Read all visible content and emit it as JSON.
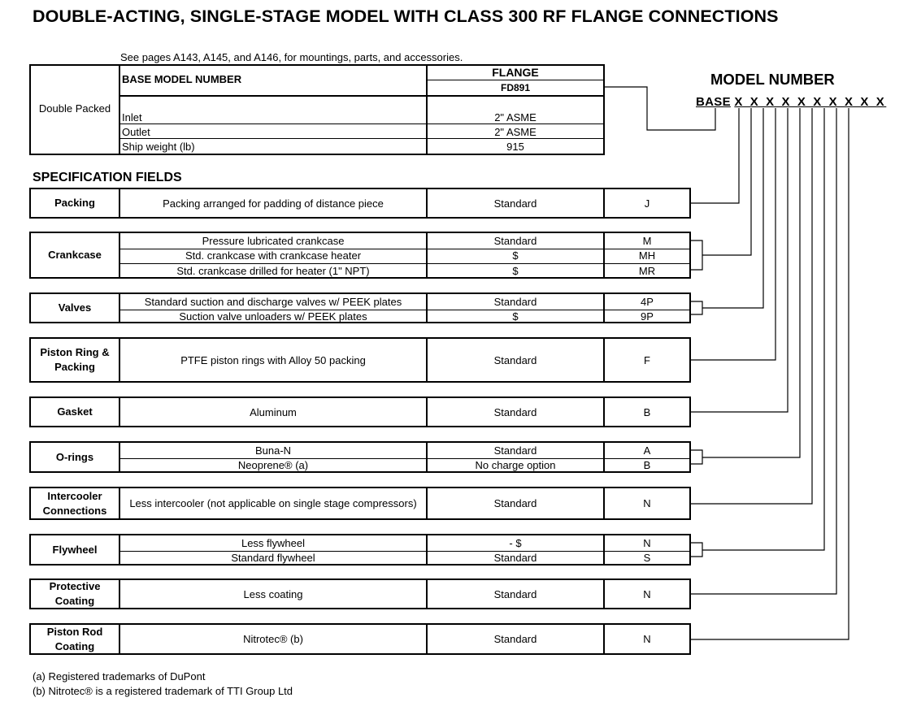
{
  "title": "DOUBLE-ACTING, SINGLE-STAGE MODEL WITH CLASS 300 RF FLANGE CONNECTIONS",
  "note": "See pages A143, A145, and A146, for mountings, parts, and accessories.",
  "base_table": {
    "row_label": "Double Packed",
    "base_model_label": "BASE MODEL NUMBER",
    "flange_header": "FLANGE",
    "flange_model": "FD891",
    "inlet_label": "Inlet",
    "inlet_value": "2\" ASME",
    "outlet_label": "Outlet",
    "outlet_value": "2\" ASME",
    "ship_weight_label": "Ship weight (lb)",
    "ship_weight_value": "915"
  },
  "model_number": {
    "title": "MODEL NUMBER",
    "code": "BASE  X X X X X X X X X X"
  },
  "spec_title": "SPECIFICATION FIELDS",
  "specs": [
    {
      "category": "Packing",
      "options": [
        {
          "desc": "Packing arranged for padding of distance piece",
          "price": "Standard",
          "code": "J"
        }
      ]
    },
    {
      "category": "Crankcase",
      "options": [
        {
          "desc": "Pressure lubricated crankcase",
          "price": "Standard",
          "code": "M"
        },
        {
          "desc": "Std. crankcase with crankcase heater",
          "price": "$",
          "code": "MH"
        },
        {
          "desc": "Std. crankcase drilled for heater (1\" NPT)",
          "price": "$",
          "code": "MR"
        }
      ]
    },
    {
      "category": "Valves",
      "options": [
        {
          "desc": "Standard suction and discharge valves w/ PEEK plates",
          "price": "Standard",
          "code": "4P"
        },
        {
          "desc": "Suction valve unloaders w/ PEEK plates",
          "price": "$",
          "code": "9P"
        }
      ]
    },
    {
      "category_line1": "Piston Ring &",
      "category_line2": "Packing",
      "options": [
        {
          "desc": "PTFE piston rings with Alloy 50 packing",
          "price": "Standard",
          "code": "F"
        }
      ]
    },
    {
      "category": "Gasket",
      "options": [
        {
          "desc": "Aluminum",
          "price": "Standard",
          "code": "B"
        }
      ]
    },
    {
      "category": "O-rings",
      "options": [
        {
          "desc": "Buna-N",
          "price": "Standard",
          "code": "A"
        },
        {
          "desc": "Neoprene® (a)",
          "price": "No charge option",
          "code": "B"
        }
      ]
    },
    {
      "category_line1": "Intercooler",
      "category_line2": "Connections",
      "options": [
        {
          "desc": "Less intercooler (not applicable on single stage compressors)",
          "price": "Standard",
          "code": "N"
        }
      ]
    },
    {
      "category": "Flywheel",
      "options": [
        {
          "desc": "Less flywheel",
          "price": "- $",
          "code": "N"
        },
        {
          "desc": "Standard flywheel",
          "price": "Standard",
          "code": "S"
        }
      ]
    },
    {
      "category_line1": "Protective",
      "category_line2": "Coating",
      "options": [
        {
          "desc": "Less coating",
          "price": "Standard",
          "code": "N"
        }
      ]
    },
    {
      "category_line1": "Piston Rod",
      "category_line2": "Coating",
      "options": [
        {
          "desc": "Nitrotec® (b)",
          "price": "Standard",
          "code": "N"
        }
      ]
    }
  ],
  "footnotes": [
    "(a) Registered trademarks of DuPont",
    "(b) Nitrotec® is a registered trademark of TTI Group Ltd"
  ]
}
